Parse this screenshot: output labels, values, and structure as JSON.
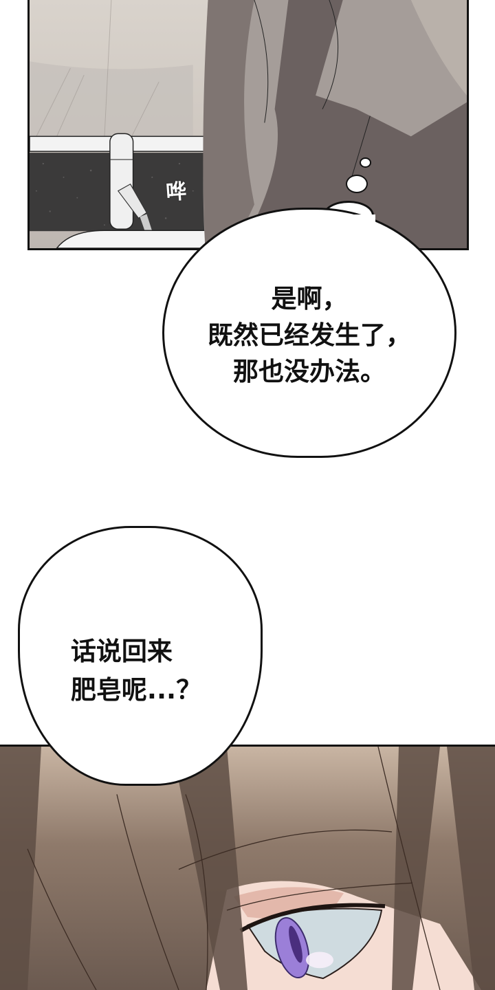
{
  "page": {
    "type": "webcomic-page",
    "background_color": "#ffffff"
  },
  "panels": [
    {
      "id": "panel-top",
      "description": "Bathroom sink scene: faucet with running water beside a dark speckled granite counter, character's hair/arm in grey tones on the right",
      "sound_effect": "哗",
      "colors": {
        "wall": "#d9d3cc",
        "counter": "#3a3838",
        "hair": "#6e6462",
        "faucet": "#f2f2f2"
      }
    },
    {
      "id": "panel-bottom",
      "description": "Close-up of a character's face with brown hair bangs and a violet eye",
      "colors": {
        "hair": "#9a8474",
        "hair_shadow": "#5d4d45",
        "skin": "#f6ddd2",
        "eye_iris": "#9b7fd8",
        "eye_white": "#cfdbe0"
      }
    }
  ],
  "speech_bubbles": [
    {
      "id": "bubble-1",
      "style": "thought",
      "lines": [
        "是啊，",
        "既然已经发生了，",
        "那也没办法。"
      ]
    },
    {
      "id": "bubble-2",
      "style": "speech",
      "lines": [
        "话说回来",
        "肥皂呢...？"
      ]
    }
  ]
}
